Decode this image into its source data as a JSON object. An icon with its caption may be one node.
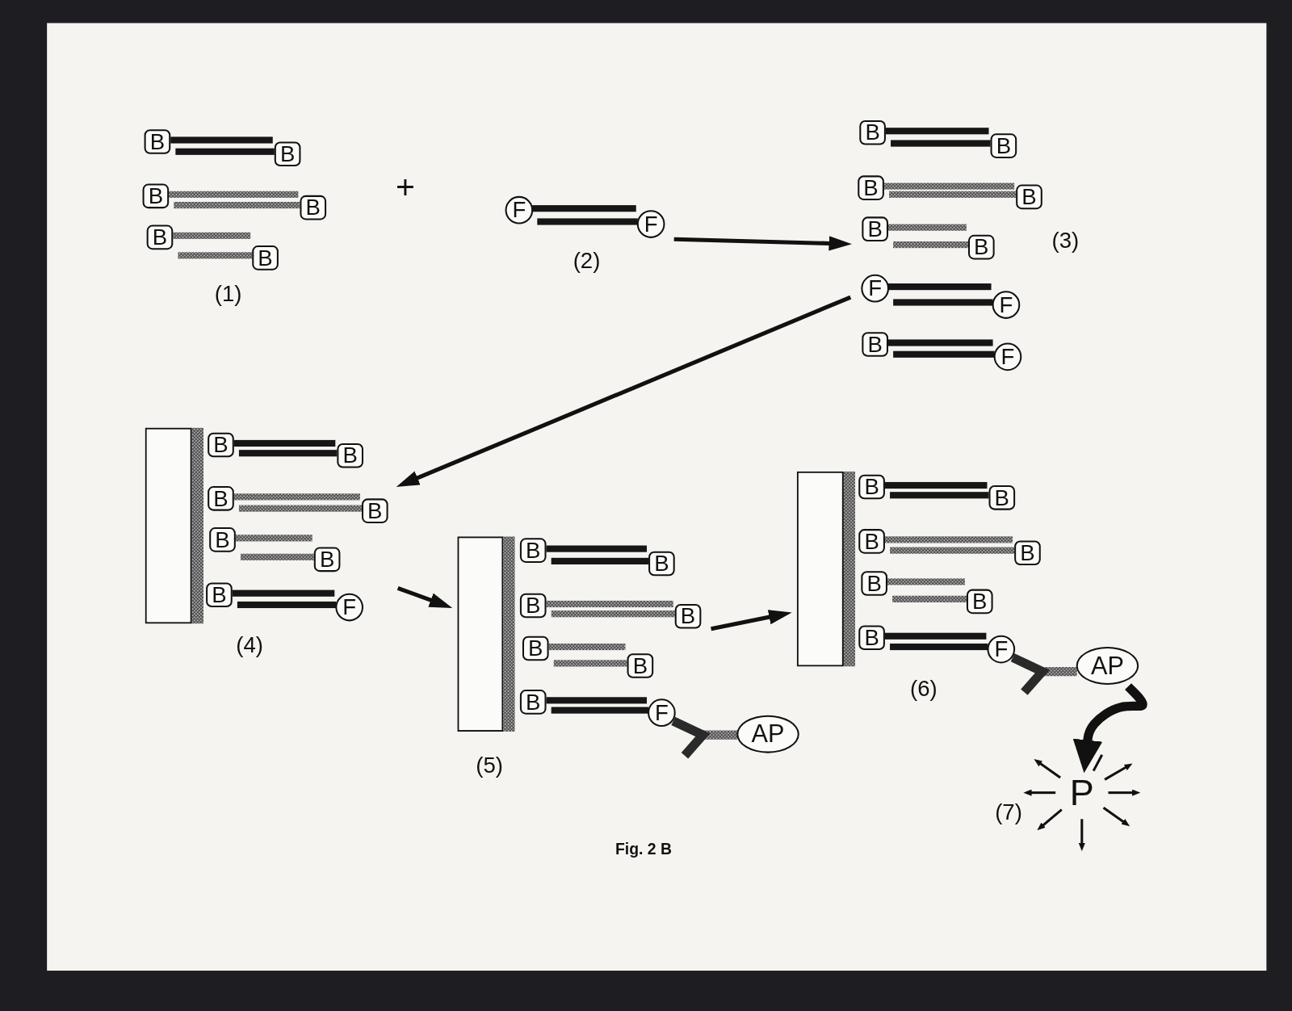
{
  "diagram": {
    "caption": "Fig. 2 B",
    "nodes": [
      {
        "text": [],
        "shape": "group",
        "beside": [
          "(1)"
        ]
      },
      {
        "text": [
          "B"
        ],
        "in": 0
      },
      {
        "text": [
          "B"
        ],
        "in": 0
      },
      {
        "text": [
          "B"
        ],
        "in": 0
      },
      {
        "text": [
          "B"
        ],
        "in": 0
      },
      {
        "text": [
          "B"
        ],
        "in": 0
      },
      {
        "text": [
          "B"
        ],
        "in": 0
      },
      {
        "text": [],
        "shape": "group",
        "beside": [
          "(2)"
        ]
      },
      {
        "text": [
          "F"
        ],
        "in": 7
      },
      {
        "text": [
          "F"
        ],
        "in": 7
      },
      {
        "text": [],
        "shape": "group",
        "beside": [
          "(3)"
        ]
      },
      {
        "text": [
          "B"
        ],
        "in": 10
      },
      {
        "text": [
          "B"
        ],
        "in": 10
      },
      {
        "text": [
          "B"
        ],
        "in": 10
      },
      {
        "text": [
          "B"
        ],
        "in": 10
      },
      {
        "text": [
          "B"
        ],
        "in": 10
      },
      {
        "text": [
          "B"
        ],
        "in": 10
      },
      {
        "text": [
          "F"
        ],
        "in": 10
      },
      {
        "text": [
          "F"
        ],
        "in": 10
      },
      {
        "text": [
          "B"
        ],
        "in": 10
      },
      {
        "text": [
          "F"
        ],
        "in": 10
      },
      {
        "text": [],
        "shape": "group",
        "beside": [
          "(4)"
        ]
      },
      {
        "text": [
          "B"
        ],
        "in": 21
      },
      {
        "text": [
          "B"
        ],
        "in": 21
      },
      {
        "text": [
          "B"
        ],
        "in": 21
      },
      {
        "text": [
          "B"
        ],
        "in": 21
      },
      {
        "text": [
          "B"
        ],
        "in": 21
      },
      {
        "text": [
          "B"
        ],
        "in": 21
      },
      {
        "text": [
          "B"
        ],
        "in": 21
      },
      {
        "text": [
          "F"
        ],
        "in": 21
      },
      {
        "text": [],
        "shape": "group",
        "beside": [
          "(5)"
        ]
      },
      {
        "text": [
          "B"
        ],
        "in": 30
      },
      {
        "text": [
          "B"
        ],
        "in": 30
      },
      {
        "text": [
          "B"
        ],
        "in": 30
      },
      {
        "text": [
          "B"
        ],
        "in": 30
      },
      {
        "text": [
          "B"
        ],
        "in": 30
      },
      {
        "text": [
          "B"
        ],
        "in": 30
      },
      {
        "text": [
          "B"
        ],
        "in": 30
      },
      {
        "text": [
          "F"
        ],
        "in": 30
      },
      {
        "text": [
          "AP"
        ]
      },
      {
        "text": [],
        "shape": "group",
        "beside": [
          "(6)"
        ]
      },
      {
        "text": [
          "B"
        ],
        "in": 40
      },
      {
        "text": [
          "B"
        ],
        "in": 40
      },
      {
        "text": [
          "B"
        ],
        "in": 40
      },
      {
        "text": [
          "B"
        ],
        "in": 40
      },
      {
        "text": [
          "B"
        ],
        "in": 40
      },
      {
        "text": [
          "B"
        ],
        "in": 40
      },
      {
        "text": [
          "B"
        ],
        "in": 40
      },
      {
        "text": [
          "F"
        ],
        "in": 40
      },
      {
        "text": [
          "AP"
        ]
      },
      {
        "text": [
          "P"
        ],
        "beside": [
          "(7)"
        ]
      },
      {
        "text": [],
        "shape": "box",
        "in": 21
      },
      {
        "text": [],
        "shape": "box",
        "in": 30
      },
      {
        "text": [],
        "shape": "box",
        "in": 40
      }
    ],
    "edges": [
      {
        "from": 7,
        "to": 10,
        "arrow": "to"
      },
      {
        "from": 10,
        "to": 21,
        "arrow": "to"
      },
      {
        "from": 21,
        "to": 30,
        "arrow": "to"
      },
      {
        "from": 30,
        "to": 40,
        "arrow": "to"
      },
      {
        "from": 49,
        "to": 50,
        "arrow": "to",
        "style": "thick"
      }
    ],
    "labels": [
      "+"
    ]
  }
}
